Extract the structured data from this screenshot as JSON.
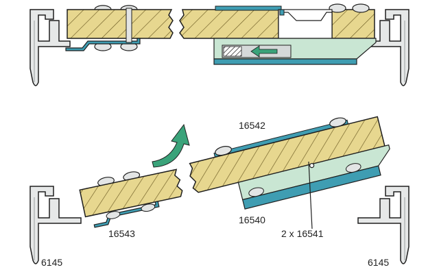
{
  "labels": {
    "part_16542": "16542",
    "part_16543": "16543",
    "part_16540": "16540",
    "part_16541": "2 x 16541",
    "profile_left": "6145",
    "profile_right": "6145"
  },
  "colors": {
    "wood": "#e7d78f",
    "wood_hatch": "#6b5a22",
    "outline": "#1e1e1e",
    "teal": "#3f9db2",
    "teal_light": "#a9d7e0",
    "mint": "#c9e6d3",
    "arrow_green": "#3aa37a",
    "aluminium": "#e6e8e8",
    "screw": "#e3e5e5"
  },
  "icons": {
    "rotate_arrow": "curved-up-arrow-icon",
    "slide_arrow": "left-arrow-icon"
  }
}
